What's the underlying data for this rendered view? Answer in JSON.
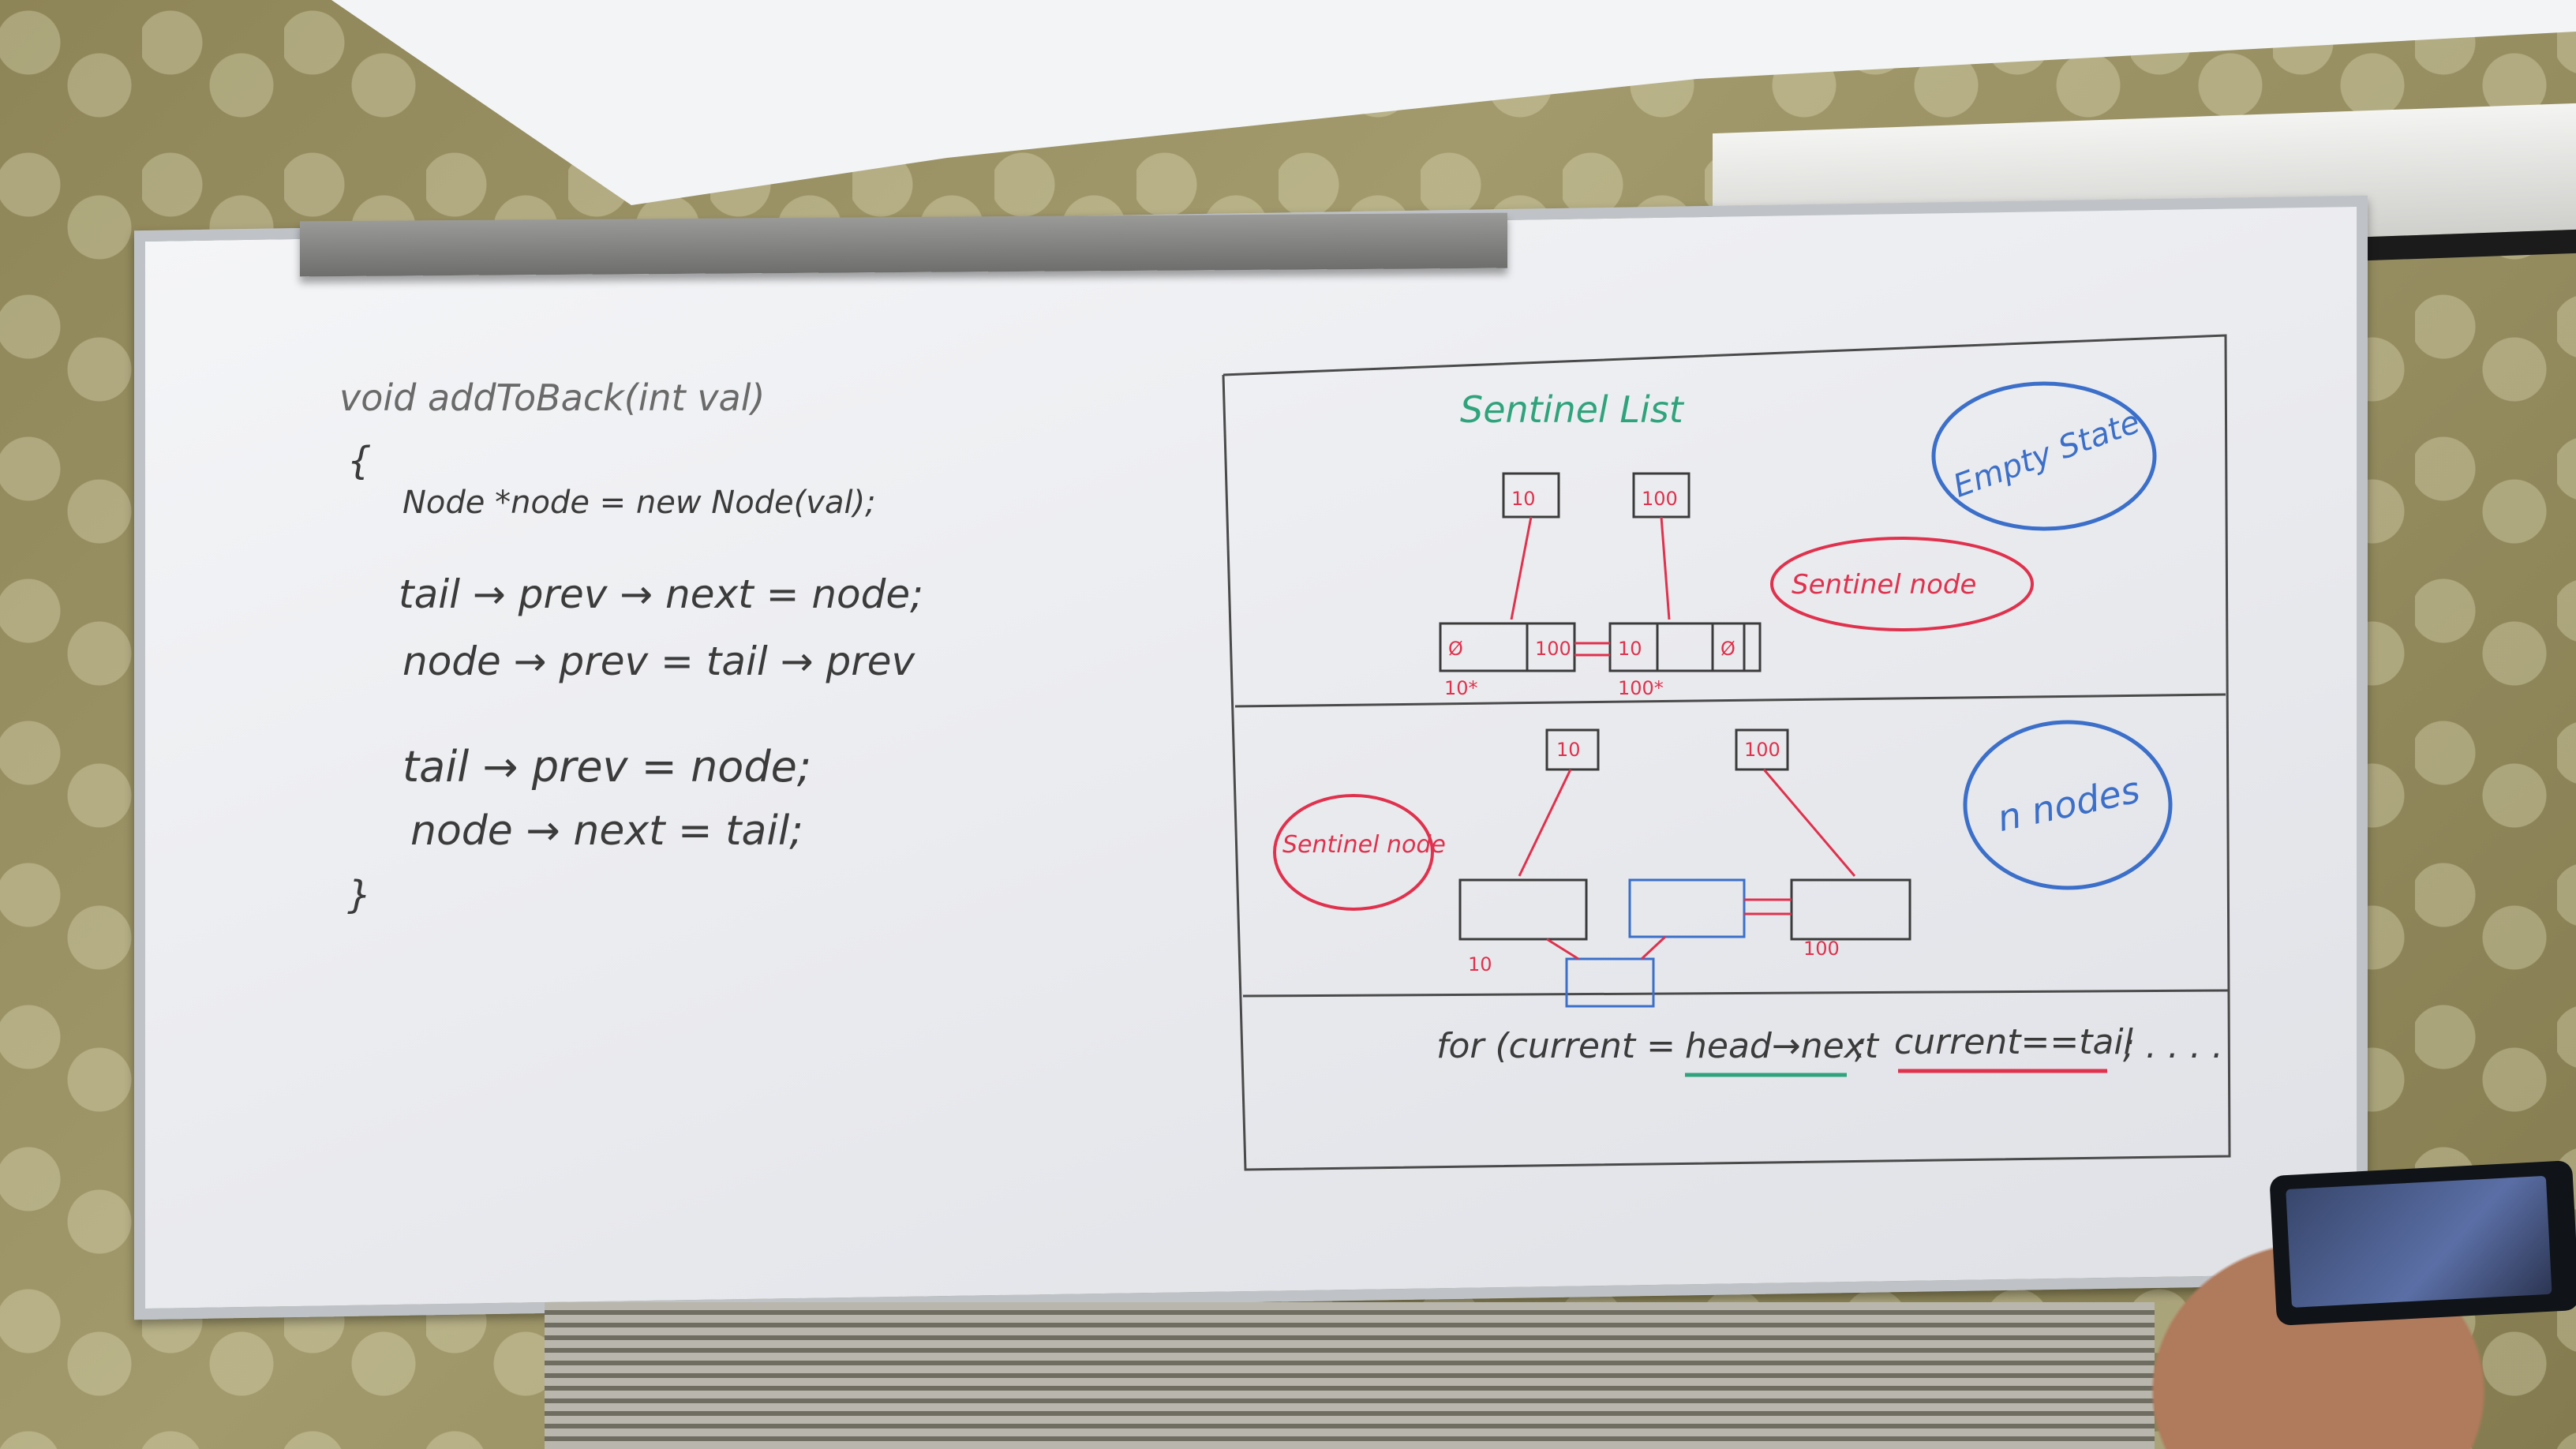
{
  "code": {
    "signature": "void addToBack(int val)",
    "open_brace": "{",
    "lines": [
      "Node *node = new Node(val);",
      "tail → prev → next = node;",
      "node → prev = tail → prev",
      "tail → prev = node;",
      "node → next = tail;"
    ],
    "close_brace": "}"
  },
  "diagram": {
    "title": "Sentinel List",
    "empty_state_label": "Empty State",
    "n_nodes_label": "n nodes",
    "sentinel_callout_top": "Sentinel node",
    "sentinel_callout_bottom": "Sentinel node",
    "top_pointer_labels": [
      "10",
      "100"
    ],
    "top_node_cells": [
      "Ø",
      "100",
      "10",
      "Ø"
    ],
    "top_addresses": [
      "10*",
      "100*"
    ],
    "bottom_pointer_labels": [
      "10",
      "100"
    ],
    "bottom_addresses": [
      "10",
      "100"
    ],
    "loop_prefix": "for (current = ",
    "loop_head": "head→next",
    "loop_mid": "; ",
    "loop_cond": "current==tail",
    "loop_suffix": "; . . . ."
  },
  "colors": {
    "ink_dark": "#3b3b3b",
    "ink_red": "#e0314d",
    "ink_blue": "#3b6fc9",
    "ink_green": "#2fa37c"
  }
}
